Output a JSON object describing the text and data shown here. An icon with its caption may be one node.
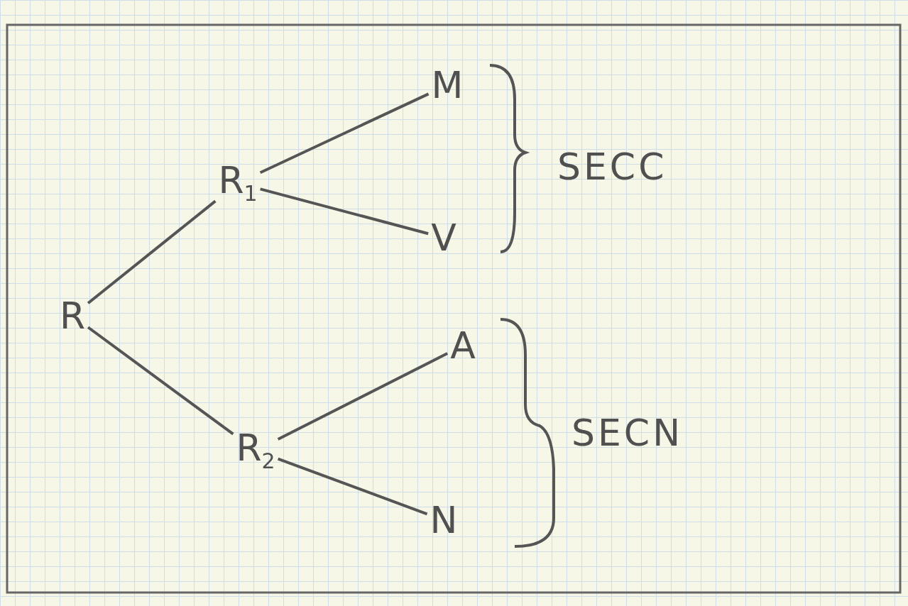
{
  "diagram": {
    "nodes": [
      {
        "text": [
          "R"
        ]
      },
      {
        "text": [
          "R$_{1}$"
        ]
      },
      {
        "text": [
          "R$_{2}$"
        ]
      },
      {
        "text": [
          "M"
        ]
      },
      {
        "text": [
          "V"
        ]
      },
      {
        "text": [
          "A"
        ]
      },
      {
        "text": [
          "N"
        ]
      }
    ],
    "edges": [
      {
        "from": 0,
        "to": 1,
        "arrow": "none"
      },
      {
        "from": 0,
        "to": 2,
        "arrow": "none"
      },
      {
        "from": 1,
        "to": 3,
        "arrow": "none"
      },
      {
        "from": 1,
        "to": 4,
        "arrow": "none"
      },
      {
        "from": 2,
        "to": 5,
        "arrow": "none"
      },
      {
        "from": 2,
        "to": 6,
        "arrow": "none"
      }
    ],
    "labels": [
      "SECC",
      "SECN"
    ]
  }
}
